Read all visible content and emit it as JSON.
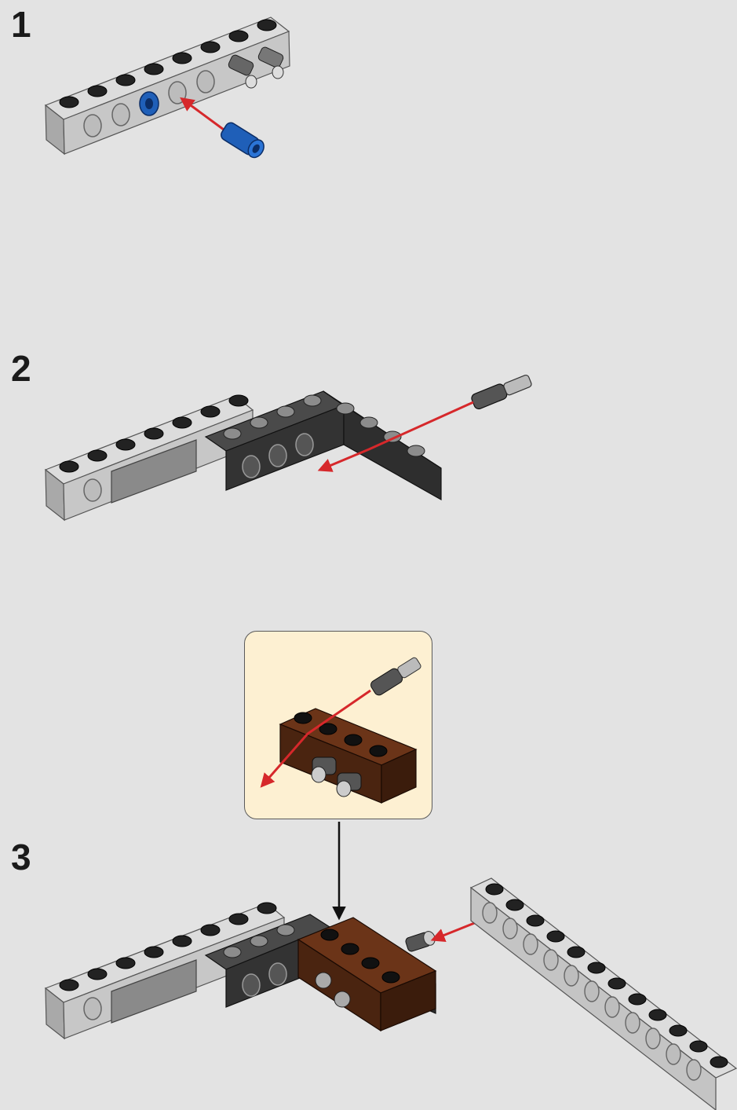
{
  "steps": [
    {
      "number": "1"
    },
    {
      "number": "2"
    },
    {
      "number": "3"
    }
  ],
  "colors": {
    "background": "#e3e3e3",
    "callout_bg": "#fdf0d2",
    "light_gray_brick": "#bdbdbd",
    "dark_gray_brick": "#3a3a3a",
    "brown_brick": "#5a2a14",
    "blue_pin": "#1f5fb8",
    "arrow_red": "#d6282b"
  },
  "icons": [
    "technic-brick",
    "technic-pin",
    "axle-pin",
    "insertion-arrow",
    "pointer-arrow"
  ]
}
